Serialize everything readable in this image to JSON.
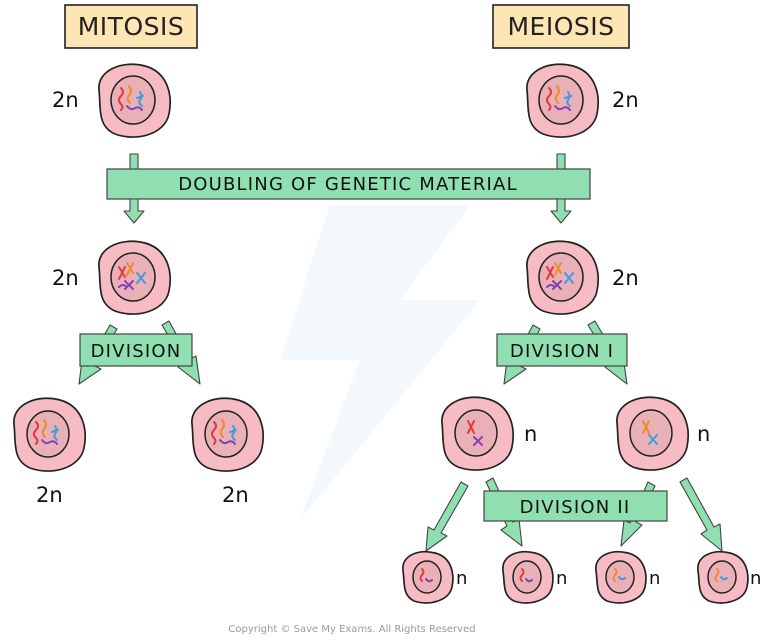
{
  "left_title": "MITOSIS",
  "right_title": "MEIOSIS",
  "band_doubling": "DOUBLING OF GENETIC MATERIAL",
  "band_division": "DIVISION",
  "band_division_1": "DIVISION I",
  "band_division_2": "DIVISION II",
  "ploidy_diploid": "2n",
  "ploidy_haploid": "n",
  "copyright": "Copyright © Save My Exams. All Rights Reserved",
  "colors": {
    "title_fill": "#fde5b4",
    "band_fill": "#8fdfb0",
    "cell_fill": "#f7bcc3",
    "nucleus_fill": "#eab0b8",
    "chromosome_red": "#e8383d",
    "chromosome_orange": "#f08a2c",
    "chromosome_purple": "#8b3fb5",
    "chromosome_blue": "#3c9ee0"
  }
}
